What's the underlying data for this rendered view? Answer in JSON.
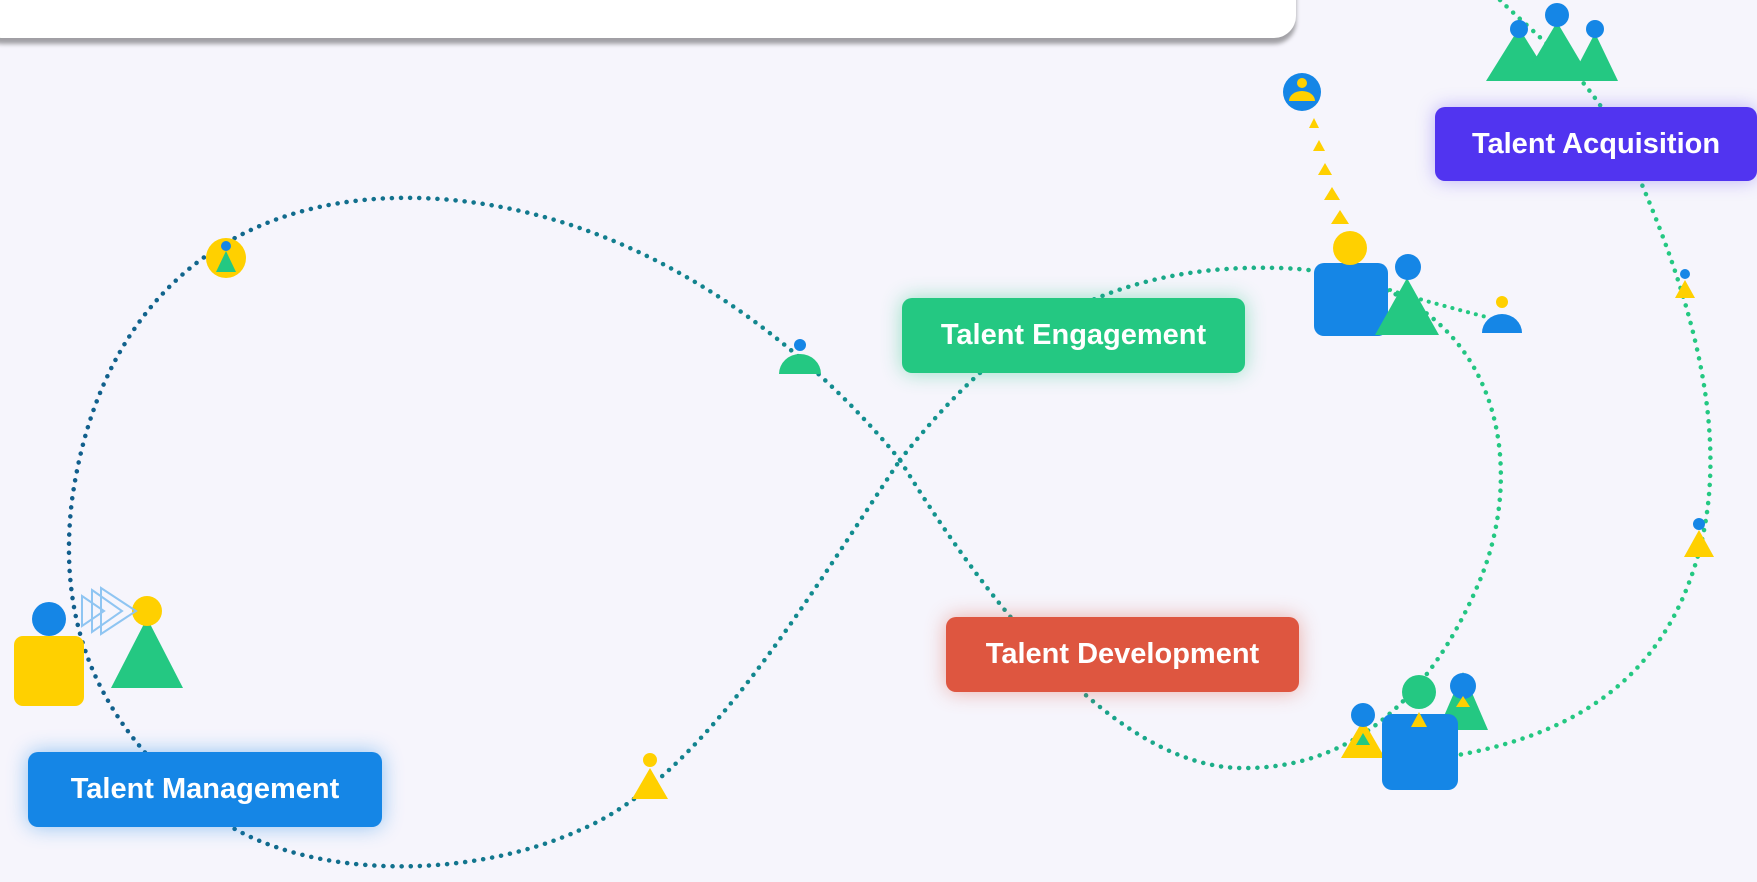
{
  "labels": {
    "acquisition": "Talent Acquisition",
    "engagement": "Talent Engagement",
    "development": "Talent Development",
    "management": "Talent Management"
  },
  "colors": {
    "background": "#f6f5fc",
    "acquisition": "#5134f0",
    "engagement": "#24c882",
    "development": "#de5640",
    "management": "#1586e6",
    "person_blue": "#1586e6",
    "person_yellow": "#ffd000",
    "person_green": "#24c882",
    "path_teal": "#128f8f",
    "path_dark": "#115e8c",
    "path_green": "#24c882"
  },
  "icons": [
    "people-group-icon",
    "person-icon",
    "arrow-chevron-icon"
  ]
}
